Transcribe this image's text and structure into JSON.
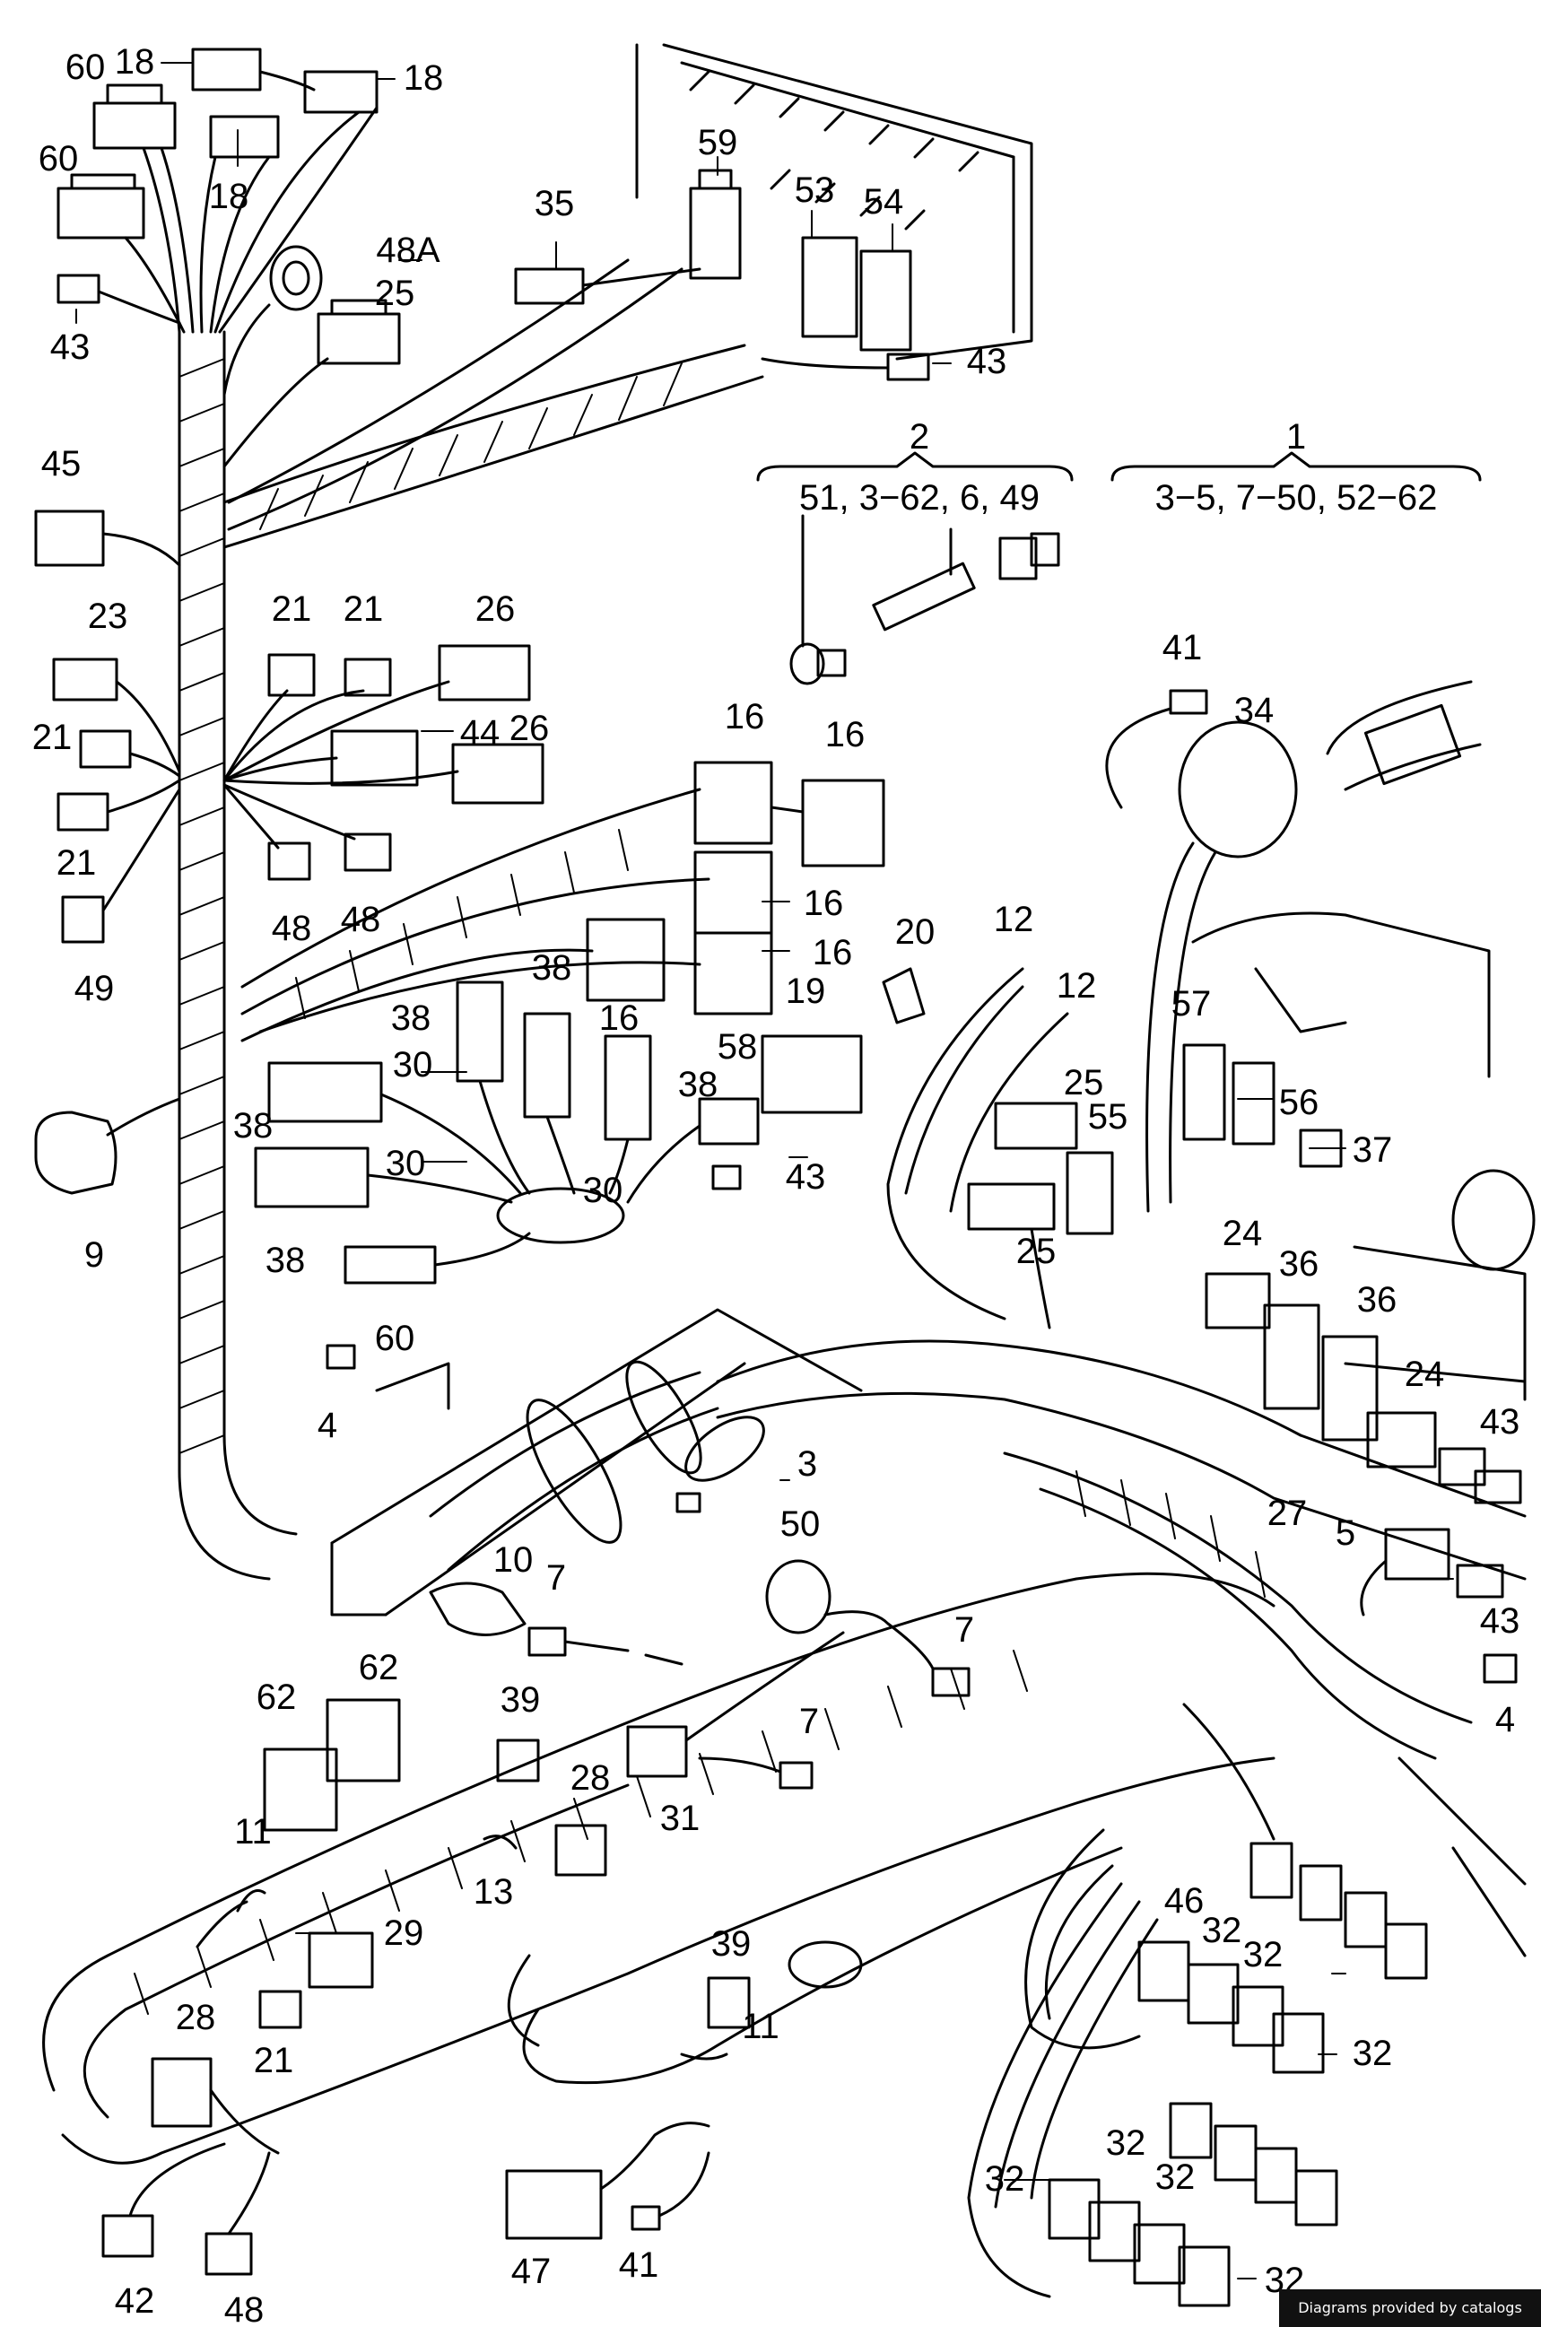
{
  "diagram": {
    "groups": [
      {
        "id": "group-2",
        "number": "2",
        "range": "51, 3−62, 6, 49"
      },
      {
        "id": "group-1",
        "number": "1",
        "range": "3−5, 7−50, 52−62"
      }
    ],
    "callouts": [
      {
        "label": "60"
      },
      {
        "label": "18"
      },
      {
        "label": "18"
      },
      {
        "label": "60"
      },
      {
        "label": "18"
      },
      {
        "label": "48A"
      },
      {
        "label": "35"
      },
      {
        "label": "59"
      },
      {
        "label": "53"
      },
      {
        "label": "54"
      },
      {
        "label": "25"
      },
      {
        "label": "43"
      },
      {
        "label": "43"
      },
      {
        "label": "45"
      },
      {
        "label": "21"
      },
      {
        "label": "21"
      },
      {
        "label": "26"
      },
      {
        "label": "23"
      },
      {
        "label": "44"
      },
      {
        "label": "26"
      },
      {
        "label": "21"
      },
      {
        "label": "21"
      },
      {
        "label": "49"
      },
      {
        "label": "48"
      },
      {
        "label": "48"
      },
      {
        "label": "16"
      },
      {
        "label": "16"
      },
      {
        "label": "16"
      },
      {
        "label": "16"
      },
      {
        "label": "16"
      },
      {
        "label": "38"
      },
      {
        "label": "38"
      },
      {
        "label": "30"
      },
      {
        "label": "38"
      },
      {
        "label": "38"
      },
      {
        "label": "58"
      },
      {
        "label": "30"
      },
      {
        "label": "30"
      },
      {
        "label": "38"
      },
      {
        "label": "43"
      },
      {
        "label": "9"
      },
      {
        "label": "60"
      },
      {
        "label": "20"
      },
      {
        "label": "19"
      },
      {
        "label": "12"
      },
      {
        "label": "12"
      },
      {
        "label": "25"
      },
      {
        "label": "55"
      },
      {
        "label": "25"
      },
      {
        "label": "41"
      },
      {
        "label": "34"
      },
      {
        "label": "57"
      },
      {
        "label": "56"
      },
      {
        "label": "37"
      },
      {
        "label": "24"
      },
      {
        "label": "36"
      },
      {
        "label": "36"
      },
      {
        "label": "24"
      },
      {
        "label": "43"
      },
      {
        "label": "4"
      },
      {
        "label": "3"
      },
      {
        "label": "50"
      },
      {
        "label": "10"
      },
      {
        "label": "7"
      },
      {
        "label": "7"
      },
      {
        "label": "7"
      },
      {
        "label": "27"
      },
      {
        "label": "5"
      },
      {
        "label": "43"
      },
      {
        "label": "4"
      },
      {
        "label": "62"
      },
      {
        "label": "62"
      },
      {
        "label": "39"
      },
      {
        "label": "28"
      },
      {
        "label": "11"
      },
      {
        "label": "13"
      },
      {
        "label": "31"
      },
      {
        "label": "29"
      },
      {
        "label": "28"
      },
      {
        "label": "21"
      },
      {
        "label": "39"
      },
      {
        "label": "11"
      },
      {
        "label": "46"
      },
      {
        "label": "32"
      },
      {
        "label": "32"
      },
      {
        "label": "32"
      },
      {
        "label": "32"
      },
      {
        "label": "32"
      },
      {
        "label": "32"
      },
      {
        "label": "32"
      },
      {
        "label": "47"
      },
      {
        "label": "41"
      },
      {
        "label": "42"
      },
      {
        "label": "48"
      }
    ]
  },
  "footer": {
    "credit": "Diagrams provided by catalogs parts"
  }
}
